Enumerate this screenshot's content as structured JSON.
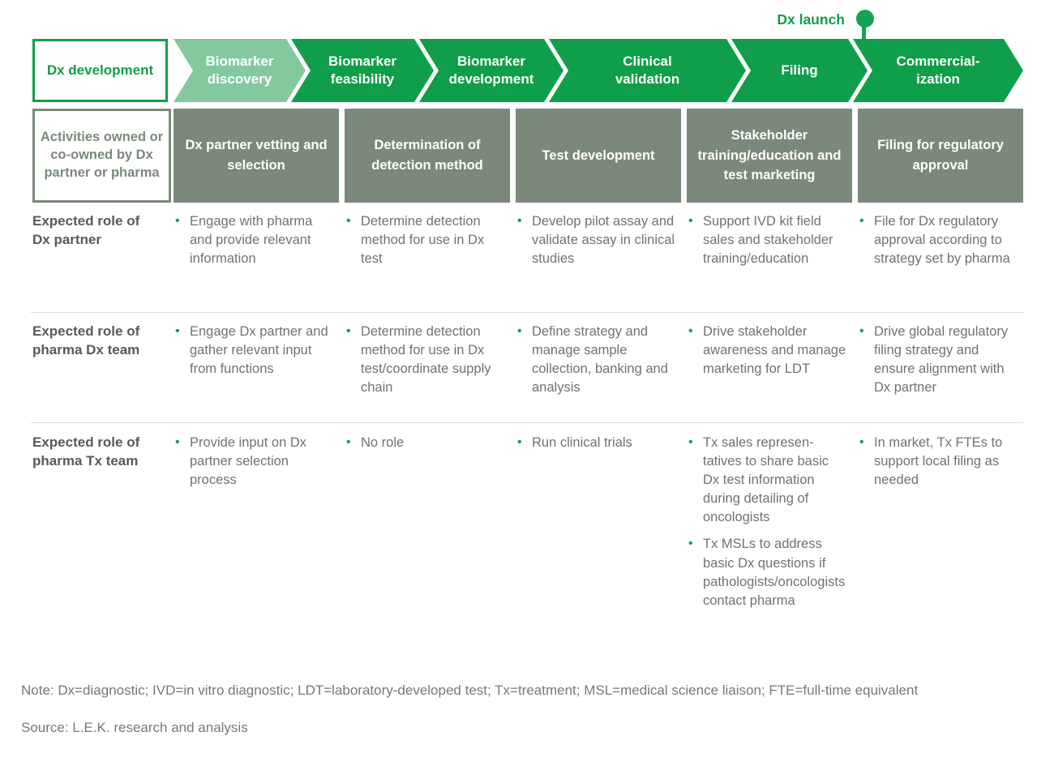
{
  "colors": {
    "brand_green": "#0f9e4a",
    "light_green": "#84c99e",
    "sage": "#7a8979",
    "body_text": "#707173",
    "label_text": "#58595b"
  },
  "launch": {
    "label": "Dx launch"
  },
  "phase_intro": "Dx development",
  "phases": [
    {
      "label": "Biomarker discovery",
      "tone": "light"
    },
    {
      "label": "Biomarker feasibility",
      "tone": "dark"
    },
    {
      "label": "Biomarker development",
      "tone": "dark"
    },
    {
      "label": "Clinical validation",
      "tone": "dark"
    },
    {
      "label": "Filing",
      "tone": "dark"
    },
    {
      "label": "Commercial-ization",
      "tone": "dark"
    }
  ],
  "activities_intro": "Activities owned or co-owned by Dx partner or pharma",
  "activities": [
    "Dx partner vetting and selection",
    "Determination of detection method",
    "Test development",
    "Stakeholder training/education and test marketing",
    "Filing for regulatory approval"
  ],
  "rows": [
    {
      "label": "Expected role of Dx partner",
      "cells": [
        [
          "Engage with pharma and provide relevant information"
        ],
        [
          "Determine detection method for use in Dx test"
        ],
        [
          "Develop pilot assay and validate assay in clinical studies"
        ],
        [
          "Support IVD kit field sales and stakeholder training/education"
        ],
        [
          "File for Dx regulatory approval according to strategy set by pharma"
        ]
      ]
    },
    {
      "label": "Expected role of pharma Dx team",
      "cells": [
        [
          "Engage Dx partner and gather relevant input from functions"
        ],
        [
          "Determine detection method for use in Dx test/coordinate supply chain"
        ],
        [
          "Define strategy and manage sample collection, banking and analysis"
        ],
        [
          "Drive stakeholder awareness and manage marketing for LDT"
        ],
        [
          "Drive global regulatory filing strategy and ensure alignment with Dx partner"
        ]
      ]
    },
    {
      "label": "Expected role of pharma Tx team",
      "cells": [
        [
          "Provide input on Dx partner selection process"
        ],
        [
          "No role"
        ],
        [
          "Run clinical trials"
        ],
        [
          "Tx sales represen­tatives to share basic Dx test information during detailing of oncologists",
          "Tx MSLs to address basic Dx questions if pathologists/on­cologists contact pharma"
        ],
        [
          "In market, Tx FTEs to support local filing as needed"
        ]
      ]
    }
  ],
  "note": "Note: Dx=diagnostic; IVD=in vitro diagnostic; LDT=laboratory-developed test; Tx=treatment; MSL=medical science liaison; FTE=full-time equivalent",
  "source": "Source: L.E.K. research and analysis"
}
